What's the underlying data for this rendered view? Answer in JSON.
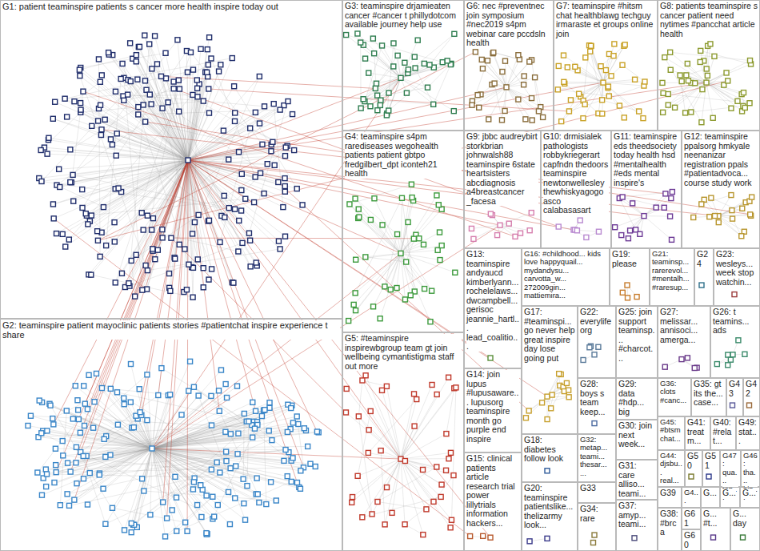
{
  "diagram": {
    "nodes": [
      {
        "text": [
          "G1: patient teaminspire patients s cancer more health inspire today out"
        ]
      },
      {
        "text": [
          "G2: teaminspire patient mayoclinic patients stories #patientchat inspire experience t share"
        ]
      },
      {
        "text": [
          "G3: teaminspire drjamieaten cancer #cancer t phillydotcom available journey help use"
        ]
      },
      {
        "text": [
          "G6: nec #preventnec join symposium #nec2019 s4pm webinar care pccdsln health"
        ]
      },
      {
        "text": [
          "G7: teaminspire #hitsm chat healthblawg techguy irmaraste et groups online join"
        ]
      },
      {
        "text": [
          "G8: patients teaminspire s cancer patient need nytimes #pancchat article health"
        ]
      },
      {
        "text": [
          "G4: teaminspire s4pm rarediseases wegohealth patients patient gbtpo fredgilbert_dpt iconteh21 health"
        ]
      },
      {
        "text": [
          "G5: #teaminspire inspirewbgroup team gt join wellbeing cymantistigma staff out more"
        ]
      },
      {
        "text": [
          "G9: jbbc audreybirt storkbrian johnwalsh88 teaminspire 6state heartsisters abcdiagnosis a4breastcancer _facesa"
        ]
      },
      {
        "text": [
          "G10: drmisialek pathologists robbykriegerart capfndn thedoors teaminspire newtonwellesley thewhiskyagogo asco calabasasart"
        ]
      },
      {
        "text": [
          "G11: teaminspire eds theedsociety today health hsd #mentalhealth #eds mental inspire's"
        ]
      },
      {
        "text": [
          "G12: teaminspire ppalsorg hmkyale neenanizar registration ppals #patientadvoca... course study work"
        ]
      },
      {
        "text": [
          "G13: teaminspire andyaucd kimberlyann... rochelelaws... dwcampbell... gerisoc jeannie_hartl... lead_coalitio..."
        ]
      },
      {
        "text": [
          "G16: #childhood... kids love happyquail... mydandysu... carvotta_w... 272009gin... mattiemira..."
        ]
      },
      {
        "text": [
          "G19: please"
        ]
      },
      {
        "text": [
          "G21: teaminsp... rarerevol... #mentalh... #raresup..."
        ]
      },
      {
        "text": [
          "G24"
        ]
      },
      {
        "text": [
          "G23: wesleys... week stop watchin..."
        ]
      },
      {
        "text": [
          "G17: #teaminspi... go never help great inspire day lose going put"
        ]
      },
      {
        "text": [
          "G22: everylifeorg"
        ]
      },
      {
        "text": [
          "G25: join support teaminsp... #charcot..."
        ]
      },
      {
        "text": [
          "G27: melissar... annisoci... amerga..."
        ]
      },
      {
        "text": [
          "G26: t teamins... ads"
        ]
      },
      {
        "text": [
          "G14: join lupus #lupusaware... lupusorg teaminspire month go purple end inspire"
        ]
      },
      {
        "text": [
          "G28: boys s team keep..."
        ]
      },
      {
        "text": [
          "G29: data #hdp... big"
        ]
      },
      {
        "text": [
          "G36: clots #canc..."
        ]
      },
      {
        "text": [
          "G35: gt its the... case..."
        ]
      },
      {
        "text": [
          "G43"
        ]
      },
      {
        "text": [
          "G42"
        ]
      },
      {
        "text": [
          "G30: join next week..."
        ]
      },
      {
        "text": [
          "G45: #btsm chat..."
        ]
      },
      {
        "text": [
          "G41: treatm..."
        ]
      },
      {
        "text": [
          "G40: #relat..."
        ]
      },
      {
        "text": [
          "G49: stat..."
        ]
      },
      {
        "text": [
          "G18: diabetes follow look"
        ]
      },
      {
        "text": [
          "G32: metap... teami... thesar... ..."
        ]
      },
      {
        "text": [
          "G44: djsbu... real..."
        ]
      },
      {
        "text": [
          "G50"
        ]
      },
      {
        "text": [
          "G51"
        ]
      },
      {
        "text": [
          "G47: qua... top..."
        ]
      },
      {
        "text": [
          "G46: tha... bjp..."
        ]
      },
      {
        "text": [
          "G15: clinical patients article research trial power lillytrials information hackers..."
        ]
      },
      {
        "text": [
          "G31: care alliso... teami..."
        ]
      },
      {
        "text": [
          "G33"
        ]
      },
      {
        "text": [
          "G39"
        ]
      },
      {
        "text": [
          "G4..."
        ]
      },
      {
        "text": [
          "G..."
        ]
      },
      {
        "text": [
          "G..."
        ]
      },
      {
        "text": [
          "G..."
        ]
      },
      {
        "text": [
          "G20: teaminspire patientslike... thelizarmy look..."
        ]
      },
      {
        "text": [
          "G34: rare"
        ]
      },
      {
        "text": [
          "G37: amyp... teami..."
        ]
      },
      {
        "text": [
          "G38: #brca"
        ]
      },
      {
        "text": [
          "G61"
        ]
      },
      {
        "text": [
          "G60"
        ]
      },
      {
        "text": [
          "G... #t..."
        ]
      },
      {
        "text": [
          "G... day"
        ]
      }
    ]
  }
}
